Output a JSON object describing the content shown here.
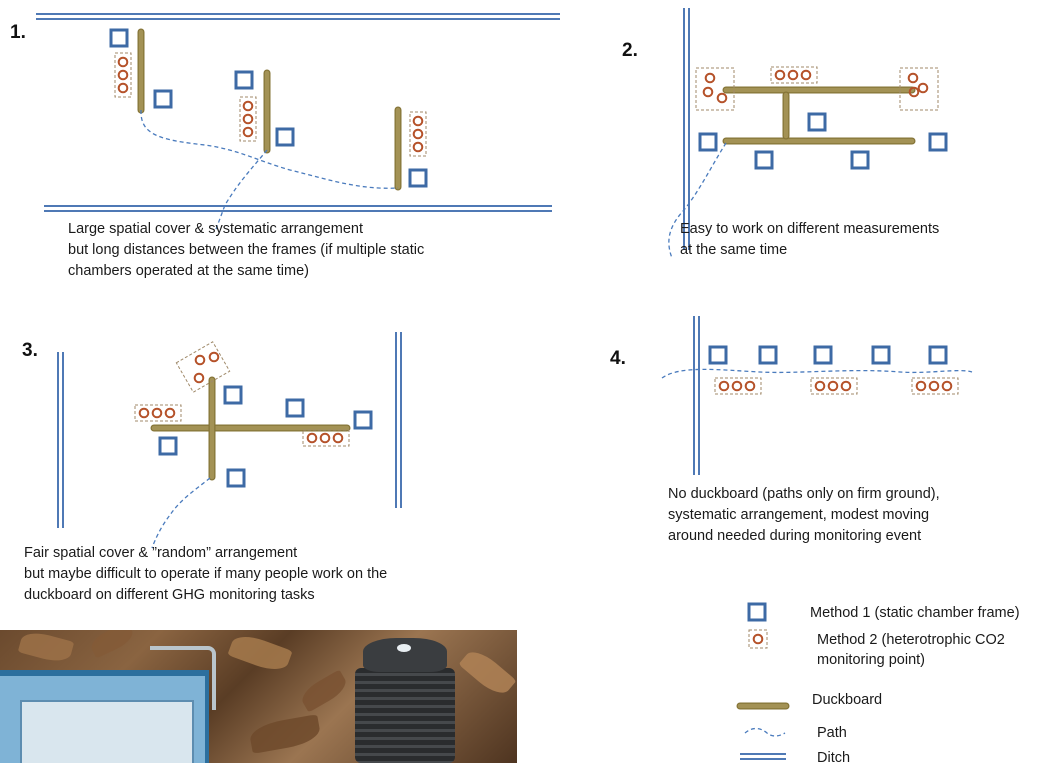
{
  "panels": [
    {
      "number": "1.",
      "caption": [
        "Large spatial cover & systematic arrangement",
        "but long distances between the frames (if multiple static",
        "chambers operated at the same time)"
      ]
    },
    {
      "number": "2.",
      "caption": [
        "Easy to work on different measurements",
        "at the same time"
      ]
    },
    {
      "number": "3.",
      "caption": [
        "Fair spatial cover & ”random” arrangement",
        "but maybe difficult to operate if many people work on the",
        "duckboard on different GHG monitoring tasks"
      ]
    },
    {
      "number": "4.",
      "caption": [
        "No duckboard (paths only on firm ground),",
        "systematic arrangement, modest moving",
        "around needed during monitoring event"
      ]
    }
  ],
  "legend": [
    {
      "symbol": "square",
      "label": [
        "Method 1 (static chamber  frame)"
      ]
    },
    {
      "symbol": "circle",
      "label": [
        "Method 2 (heterotrophic CO2",
        "monitoring point)"
      ]
    },
    {
      "symbol": "duckboard",
      "label": [
        "Duckboard"
      ]
    },
    {
      "symbol": "path",
      "label": [
        "Path"
      ]
    },
    {
      "symbol": "ditch",
      "label": [
        "Ditch"
      ]
    }
  ],
  "colors": {
    "square": "#3d6aa5",
    "circle": "#b5522a",
    "dashed_box": "#a08a6a",
    "duckboard": "#a39255",
    "duckboard_edge": "#857437",
    "path": "#4a7bbd",
    "ditch": "#4f79b5"
  }
}
